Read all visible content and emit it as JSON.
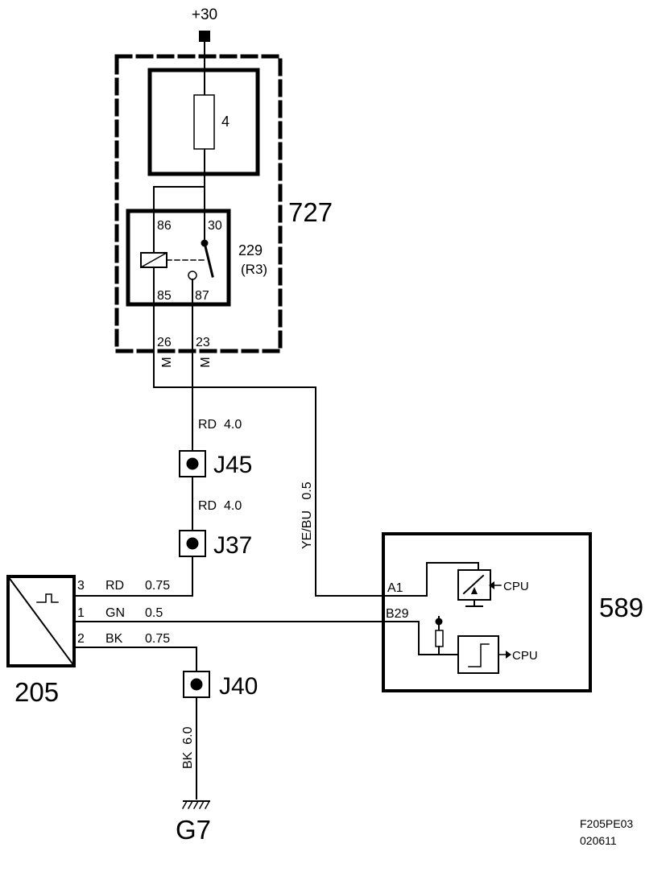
{
  "supply": {
    "label": "+30"
  },
  "fuse": {
    "number": "4"
  },
  "unit_727": {
    "id": "727"
  },
  "relay": {
    "id": "229",
    "ref": "(R3)",
    "pin86": "86",
    "pin30": "30",
    "pin85": "85",
    "pin87": "87"
  },
  "connector_pins": {
    "p26": "26",
    "p23": "23",
    "m1": "M",
    "m2": "M"
  },
  "wires": {
    "rd_upper": "RD  4.0",
    "rd_lower": "RD  4.0",
    "yebu": "YE/BU   0.5",
    "sensor_p3": {
      "pin": "3",
      "color": "RD",
      "size": "0.75"
    },
    "sensor_p1": {
      "pin": "1",
      "color": "GN",
      "size": "0.5"
    },
    "sensor_p2": {
      "pin": "2",
      "color": "BK",
      "size": "0.75"
    },
    "ground": "BK  6.0"
  },
  "junctions": {
    "j45": "J45",
    "j37": "J37",
    "j40": "J40"
  },
  "sensor": {
    "id": "205"
  },
  "ground": {
    "id": "G7"
  },
  "ecu": {
    "id": "589",
    "pin_a1": "A1",
    "pin_b29": "B29",
    "cpu1": "CPU",
    "cpu2": "CPU"
  },
  "footer": {
    "code": "F205PE03",
    "date": "020611"
  }
}
